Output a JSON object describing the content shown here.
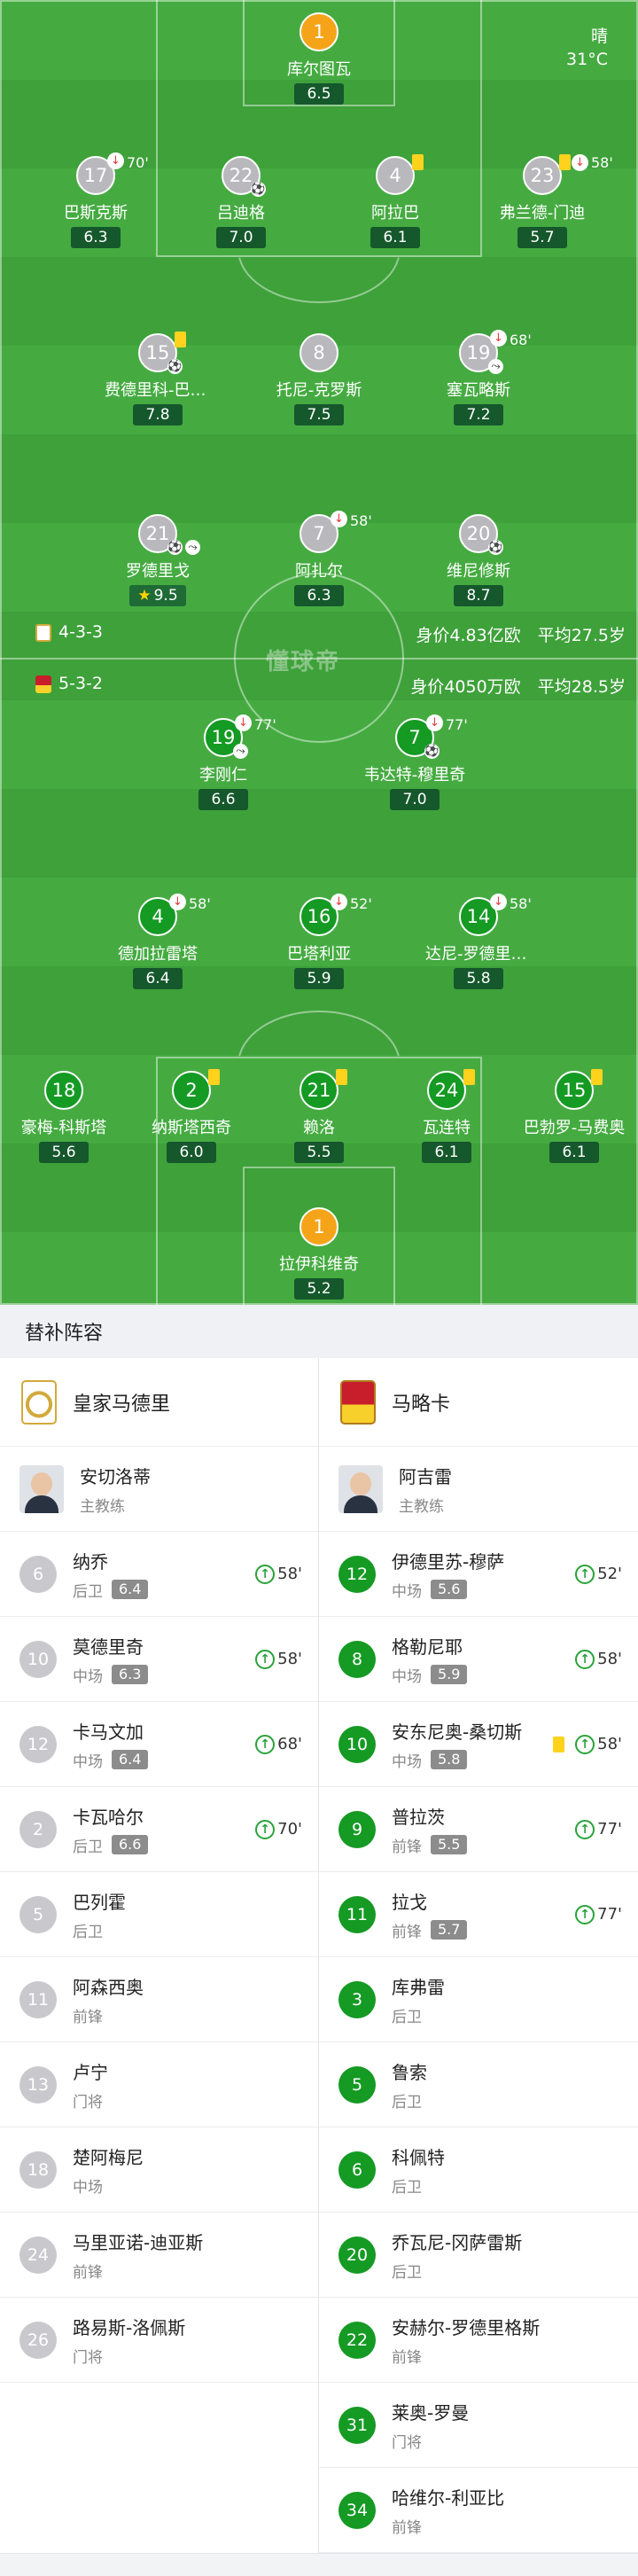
{
  "weather": {
    "condition": "晴",
    "temperature": "31°C"
  },
  "watermark": "懂球帝",
  "home": {
    "formation": "4-3-3",
    "market_value": "身价4.83亿欧",
    "avg_age": "平均27.5岁",
    "players": [
      {
        "num": "1",
        "name": "库尔图瓦",
        "rating": "6.5"
      },
      {
        "num": "17",
        "name": "巴斯克斯",
        "rating": "6.3",
        "sub_time": "70'"
      },
      {
        "num": "22",
        "name": "吕迪格",
        "rating": "7.0"
      },
      {
        "num": "4",
        "name": "阿拉巴",
        "rating": "6.1"
      },
      {
        "num": "23",
        "name": "弗兰德-门迪",
        "rating": "5.7",
        "sub_time": "58'"
      },
      {
        "num": "15",
        "name": "费德里科-巴尔韦德",
        "rating": "7.8"
      },
      {
        "num": "8",
        "name": "托尼-克罗斯",
        "rating": "7.5"
      },
      {
        "num": "19",
        "name": "塞瓦略斯",
        "rating": "7.2",
        "sub_time": "68'"
      },
      {
        "num": "21",
        "name": "罗德里戈",
        "rating": "9.5"
      },
      {
        "num": "7",
        "name": "阿扎尔",
        "rating": "6.3",
        "sub_time": "58'"
      },
      {
        "num": "20",
        "name": "维尼修斯",
        "rating": "8.7"
      }
    ]
  },
  "away": {
    "formation": "5-3-2",
    "market_value": "身价4050万欧",
    "avg_age": "平均28.5岁",
    "players": [
      {
        "num": "19",
        "name": "李刚仁",
        "rating": "6.6",
        "sub_time": "77'"
      },
      {
        "num": "7",
        "name": "韦达特-穆里奇",
        "rating": "7.0",
        "sub_time": "77'"
      },
      {
        "num": "4",
        "name": "德加拉雷塔",
        "rating": "6.4",
        "sub_time": "58'"
      },
      {
        "num": "16",
        "name": "巴塔利亚",
        "rating": "5.9",
        "sub_time": "52'"
      },
      {
        "num": "14",
        "name": "达尼-罗德里格斯",
        "rating": "5.8",
        "sub_time": "58'"
      },
      {
        "num": "18",
        "name": "豪梅-科斯塔",
        "rating": "5.6"
      },
      {
        "num": "2",
        "name": "纳斯塔西奇",
        "rating": "6.0"
      },
      {
        "num": "21",
        "name": "赖洛",
        "rating": "5.5"
      },
      {
        "num": "24",
        "name": "瓦连特",
        "rating": "6.1"
      },
      {
        "num": "15",
        "name": "巴勃罗-马费奥",
        "rating": "6.1"
      },
      {
        "num": "1",
        "name": "拉伊科维奇",
        "rating": "5.2"
      }
    ]
  },
  "subs": {
    "title": "替补阵容",
    "home_team": "皇家马德里",
    "away_team": "马略卡",
    "home_coach": {
      "name": "安切洛蒂",
      "role": "主教练"
    },
    "away_coach": {
      "name": "阿吉雷",
      "role": "主教练"
    },
    "home": [
      {
        "num": "6",
        "name": "纳乔",
        "pos": "后卫",
        "rating": "6.4",
        "in": "58'"
      },
      {
        "num": "10",
        "name": "莫德里奇",
        "pos": "中场",
        "rating": "6.3",
        "in": "58'"
      },
      {
        "num": "12",
        "name": "卡马文加",
        "pos": "中场",
        "rating": "6.4",
        "in": "68'"
      },
      {
        "num": "2",
        "name": "卡瓦哈尔",
        "pos": "后卫",
        "rating": "6.6",
        "in": "70'"
      },
      {
        "num": "5",
        "name": "巴列霍",
        "pos": "后卫"
      },
      {
        "num": "11",
        "name": "阿森西奥",
        "pos": "前锋"
      },
      {
        "num": "13",
        "name": "卢宁",
        "pos": "门将"
      },
      {
        "num": "18",
        "name": "楚阿梅尼",
        "pos": "中场"
      },
      {
        "num": "24",
        "name": "马里亚诺-迪亚斯",
        "pos": "前锋"
      },
      {
        "num": "26",
        "name": "路易斯-洛佩斯",
        "pos": "门将"
      }
    ],
    "away": [
      {
        "num": "12",
        "name": "伊德里苏-穆萨",
        "pos": "中场",
        "rating": "5.6",
        "in": "52'"
      },
      {
        "num": "8",
        "name": "格勒尼耶",
        "pos": "中场",
        "rating": "5.9",
        "in": "58'"
      },
      {
        "num": "10",
        "name": "安东尼奥-桑切斯",
        "pos": "中场",
        "rating": "5.8",
        "in": "58'"
      },
      {
        "num": "9",
        "name": "普拉茨",
        "pos": "前锋",
        "rating": "5.5",
        "in": "77'"
      },
      {
        "num": "11",
        "name": "拉戈",
        "pos": "前锋",
        "rating": "5.7",
        "in": "77'"
      },
      {
        "num": "3",
        "name": "库弗雷",
        "pos": "后卫"
      },
      {
        "num": "5",
        "name": "鲁索",
        "pos": "后卫"
      },
      {
        "num": "6",
        "name": "科佩特",
        "pos": "后卫"
      },
      {
        "num": "20",
        "name": "乔瓦尼-冈萨雷斯",
        "pos": "后卫"
      },
      {
        "num": "22",
        "name": "安赫尔-罗德里格斯",
        "pos": "前锋"
      },
      {
        "num": "31",
        "name": "莱奥-罗曼",
        "pos": "门将"
      },
      {
        "num": "34",
        "name": "哈维尔-利亚比",
        "pos": "前锋"
      }
    ]
  }
}
